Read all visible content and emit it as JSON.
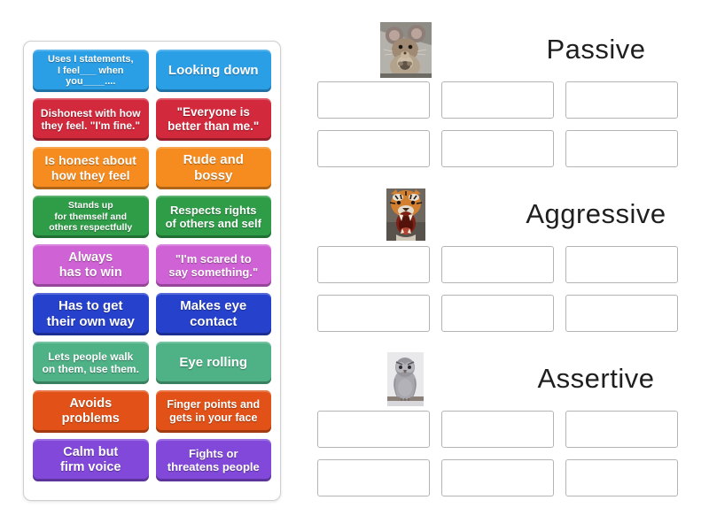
{
  "tiles": [
    {
      "label": "Uses I statements,\nI feel___ when\nyou____....",
      "color": "#2b9fe6",
      "font_size": 11
    },
    {
      "label": "Looking down",
      "color": "#2b9fe6",
      "font_size": 15
    },
    {
      "label": "Dishonest with how\nthey feel. \"I'm fine.\"",
      "color": "#d2293c",
      "font_size": 12
    },
    {
      "label": "\"Everyone is\nbetter than me.\"",
      "color": "#d2293c",
      "font_size": 13.5
    },
    {
      "label": "Is honest about\nhow they feel",
      "color": "#f68c1f",
      "font_size": 14
    },
    {
      "label": "Rude and\nbossy",
      "color": "#f68c1f",
      "font_size": 15
    },
    {
      "label": "Stands up\nfor themself and\nothers respectfully",
      "color": "#2f9c47",
      "font_size": 10.5
    },
    {
      "label": "Respects rights\nof others and self",
      "color": "#2f9c47",
      "font_size": 13
    },
    {
      "label": "Always\nhas to win",
      "color": "#cf62d4",
      "font_size": 14.5
    },
    {
      "label": "\"I'm scared to\nsay something.\"",
      "color": "#cf62d4",
      "font_size": 13
    },
    {
      "label": "Has to get\ntheir own way",
      "color": "#2641cc",
      "font_size": 15
    },
    {
      "label": "Makes eye\ncontact",
      "color": "#2641cc",
      "font_size": 15
    },
    {
      "label": "Lets people walk\non them, use them.",
      "color": "#4fb287",
      "font_size": 12
    },
    {
      "label": "Eye rolling",
      "color": "#4fb287",
      "font_size": 15
    },
    {
      "label": "Avoids\nproblems",
      "color": "#e25117",
      "font_size": 14.5
    },
    {
      "label": "Finger points and\ngets in your face",
      "color": "#e25117",
      "font_size": 12.5
    },
    {
      "label": "Calm but\nfirm voice",
      "color": "#8148d9",
      "font_size": 14.5
    },
    {
      "label": "Fights or\nthreatens people",
      "color": "#8148d9",
      "font_size": 13
    }
  ],
  "groups": [
    {
      "title": "Passive",
      "image": "mouse-photo",
      "slot_count": 6
    },
    {
      "title": "Aggressive",
      "image": "tiger-photo",
      "slot_count": 6
    },
    {
      "title": "Assertive",
      "image": "owl-photo",
      "slot_count": 6
    }
  ],
  "colors": {
    "tile_text": "#ffffff",
    "group_title_text": "#1f1f1f",
    "slot_border": "#b4b4b4",
    "panel_border": "#cfcfcf"
  }
}
